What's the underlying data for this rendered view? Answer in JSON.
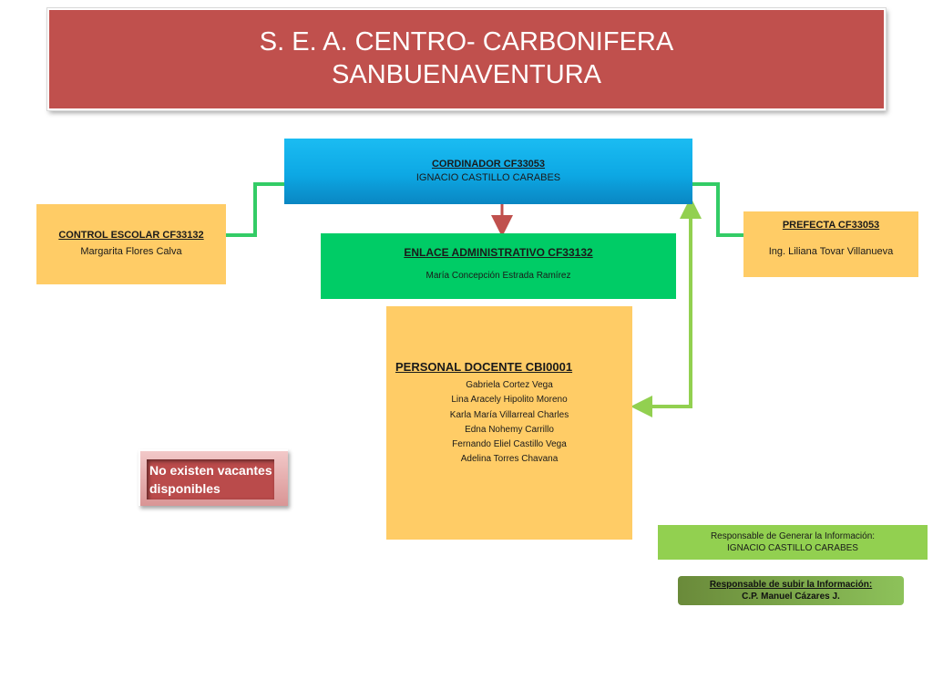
{
  "title": {
    "line1": "S. E. A.  CENTRO- CARBONIFERA",
    "line2": "SANBUENAVENTURA"
  },
  "coordinador": {
    "role": "CORDINADOR  CF33053",
    "name": "IGNACIO CASTILLO CARABES"
  },
  "control_escolar": {
    "role": "CONTROL ESCOLAR  CF33132",
    "name": "Margarita Flores Calva"
  },
  "prefecta": {
    "role": "PREFECTA    CF33053",
    "name": "Ing. Liliana Tovar Villanueva"
  },
  "enlace": {
    "role": "ENLACE ADMINISTRATIVO  CF33132",
    "name": "María Concepción Estrada Ramírez"
  },
  "docente": {
    "role": "PERSONAL DOCENTE  CBI0001",
    "members": [
      "Gabriela Cortez Vega",
      "Lina Aracely Hipolito Moreno",
      "Karla María Villarreal Charles",
      "Edna Nohemy Carrillo",
      "Fernando Eliel Castillo Vega",
      "Adelina Torres Chavana"
    ]
  },
  "vacantes": {
    "line1": "No existen vacantes",
    "line2": "disponibles"
  },
  "responsable_generar": {
    "label": "Responsable de Generar la Información:",
    "name": "IGNACIO CASTILLO CARABES"
  },
  "responsable_subir": {
    "label": "Responsable de subir la Información:",
    "name": "C.P. Manuel Cázares J."
  },
  "colors": {
    "title_red": "#c0504d",
    "coordinator_blue": "#0da8e4",
    "orange_box": "#ffcc66",
    "enlace_green": "#00cc66",
    "connector_green": "#33cc66",
    "arrow_red": "#c0504d",
    "arrow_lightgreen": "#92d050",
    "resp_green": "#92d050",
    "vacantes_red": "#ba4b4b"
  }
}
